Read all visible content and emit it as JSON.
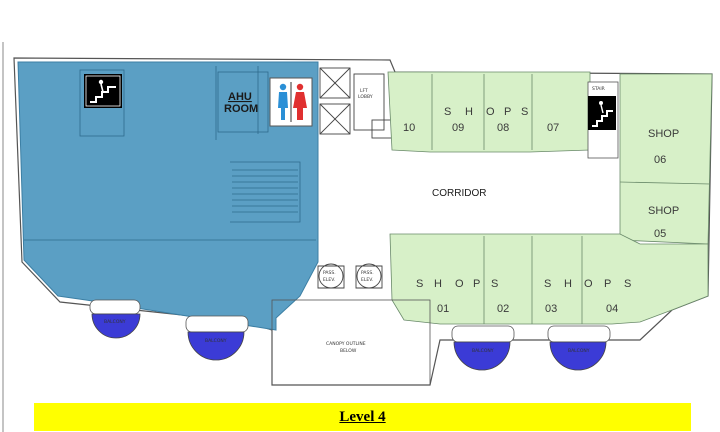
{
  "labels": {
    "ahu": "AHU",
    "ahu_room": "ROOM",
    "corridor": "CORRIDOR",
    "canopy_line1": "CANOPY OUTLINE",
    "canopy_line2": "BELOW",
    "lift": "LFT",
    "lift_lobby": "LOBBY",
    "pass_elev": "PASS.",
    "elev": "ELEV.",
    "stair": "STAIR",
    "balcony": "BALCONY"
  },
  "top_shops": {
    "shops_letters": [
      "S",
      "H",
      "O",
      "P",
      "S"
    ],
    "numbers": [
      "10",
      "09",
      "08",
      "07"
    ]
  },
  "right_shops": [
    {
      "word": "SHOP",
      "number": "06"
    },
    {
      "word": "SHOP",
      "number": "05"
    }
  ],
  "bottom_shops": {
    "left_letters": [
      "S",
      "H",
      "O",
      "P",
      "S"
    ],
    "right_letters": [
      "S",
      "H",
      "O",
      "P",
      "S"
    ],
    "numbers": [
      "01",
      "02",
      "03",
      "04"
    ]
  },
  "level_label": "Level 4",
  "colors": {
    "blue_zone": "#5b9fc4",
    "green_zone": "#d7f0c8",
    "balcony": "#3b3bd6",
    "banner": "#ffff00"
  }
}
